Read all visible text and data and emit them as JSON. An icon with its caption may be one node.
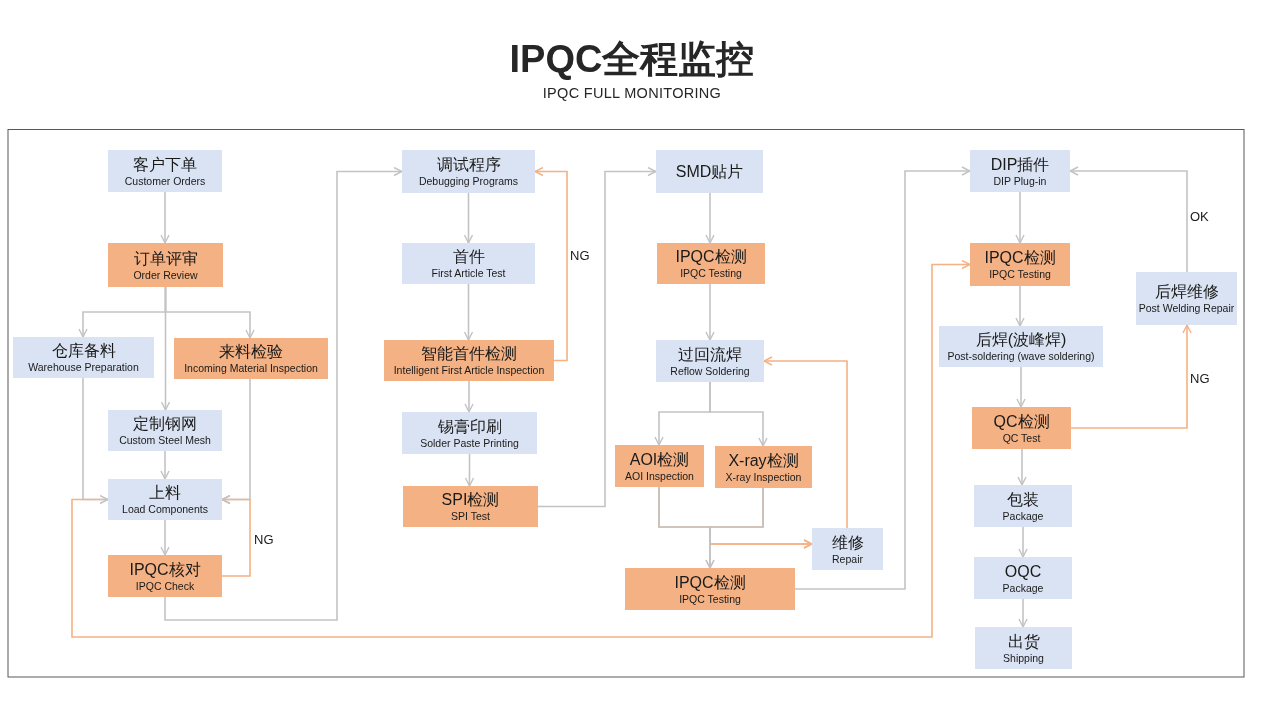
{
  "diagram": {
    "title": "IPQC全程监控",
    "nodes": [
      {
        "text": [
          "客户下单",
          "Customer Orders"
        ]
      },
      {
        "text": [
          "订单评审",
          "Order Review"
        ]
      },
      {
        "text": [
          "仓库备料",
          "Warehouse Preparation"
        ]
      },
      {
        "text": [
          "来料检验",
          "Incoming Material Inspection"
        ]
      },
      {
        "text": [
          "定制钢网",
          "Custom Steel Mesh"
        ]
      },
      {
        "text": [
          "上料",
          "Load Components"
        ]
      },
      {
        "text": [
          "IPQC核对",
          "IPQC Check"
        ]
      },
      {
        "text": [
          "调试程序",
          "Debugging Programs"
        ]
      },
      {
        "text": [
          "首件",
          "First Article Test"
        ]
      },
      {
        "text": [
          "智能首件检测",
          "Intelligent First Article Inspection"
        ]
      },
      {
        "text": [
          "锡膏印刷",
          "Solder Paste Printing"
        ]
      },
      {
        "text": [
          "SPI检测",
          "SPI Test"
        ]
      },
      {
        "text": [
          "SMD贴片"
        ]
      },
      {
        "text": [
          "IPQC检测",
          "IPQC Testing"
        ]
      },
      {
        "text": [
          "过回流焊",
          "Reflow Soldering"
        ]
      },
      {
        "text": [
          "AOI检测",
          "AOI Inspection"
        ]
      },
      {
        "text": [
          "X-ray检测",
          "X-ray Inspection"
        ]
      },
      {
        "text": [
          "维修",
          "Repair"
        ]
      },
      {
        "text": [
          "IPQC检测",
          "IPQC Testing"
        ]
      },
      {
        "text": [
          "DIP插件",
          "DIP Plug-in"
        ]
      },
      {
        "text": [
          "IPQC检测",
          "IPQC Testing"
        ]
      },
      {
        "text": [
          "后焊(波峰焊)",
          "Post-soldering (wave soldering)"
        ]
      },
      {
        "text": [
          "QC检测",
          "QC Test"
        ]
      },
      {
        "text": [
          "包装",
          "Package"
        ]
      },
      {
        "text": [
          "OQC",
          "Package"
        ]
      },
      {
        "text": [
          "出货",
          "Shipping"
        ]
      },
      {
        "text": [
          "后焊维修",
          "Post Welding Repair"
        ]
      }
    ],
    "edges": [
      {
        "from": 0,
        "to": 1,
        "arrow": "to"
      },
      {
        "from": 1,
        "to": 2,
        "arrow": "to"
      },
      {
        "from": 1,
        "to": 4,
        "arrow": "to"
      },
      {
        "from": 1,
        "to": 3,
        "arrow": "to"
      },
      {
        "from": 2,
        "to": 5,
        "arrow": "to"
      },
      {
        "from": 3,
        "to": 5,
        "arrow": "to"
      },
      {
        "from": 4,
        "to": 5,
        "arrow": "to"
      },
      {
        "from": 5,
        "to": 6,
        "arrow": "to"
      },
      {
        "from": 6,
        "to": 7,
        "arrow": "to"
      },
      {
        "from": 5,
        "to": 20,
        "arrow": "to",
        "color": "#f4b183"
      },
      {
        "from": 6,
        "to": 5,
        "arrow": "to",
        "label": "NG",
        "color": "#f4b183"
      },
      {
        "from": 7,
        "to": 8,
        "arrow": "to"
      },
      {
        "from": 8,
        "to": 9,
        "arrow": "to"
      },
      {
        "from": 9,
        "to": 7,
        "arrow": "to",
        "label": "NG",
        "color": "#f4b183"
      },
      {
        "from": 9,
        "to": 10,
        "arrow": "to"
      },
      {
        "from": 10,
        "to": 11,
        "arrow": "to"
      },
      {
        "from": 11,
        "to": 12,
        "arrow": "to"
      },
      {
        "from": 12,
        "to": 13,
        "arrow": "to"
      },
      {
        "from": 13,
        "to": 14,
        "arrow": "to"
      },
      {
        "from": 14,
        "to": 15,
        "arrow": "to"
      },
      {
        "from": 14,
        "to": 16,
        "arrow": "to"
      },
      {
        "from": 15,
        "to": 18,
        "arrow": "to"
      },
      {
        "from": 16,
        "to": 18,
        "arrow": "to"
      },
      {
        "from": 15,
        "to": 17,
        "arrow": "to",
        "color": "#f4b183"
      },
      {
        "from": 16,
        "to": 17,
        "arrow": "to",
        "color": "#f4b183"
      },
      {
        "from": 17,
        "to": 14,
        "arrow": "to",
        "color": "#f4b183"
      },
      {
        "from": 18,
        "to": 19,
        "arrow": "to"
      },
      {
        "from": 19,
        "to": 20,
        "arrow": "to"
      },
      {
        "from": 20,
        "to": 21,
        "arrow": "to"
      },
      {
        "from": 21,
        "to": 22,
        "arrow": "to"
      },
      {
        "from": 22,
        "to": 26,
        "arrow": "to",
        "label": "NG",
        "color": "#f4b183"
      },
      {
        "from": 26,
        "to": 19,
        "arrow": "to",
        "label": "OK"
      },
      {
        "from": 22,
        "to": 23,
        "arrow": "to"
      },
      {
        "from": 23,
        "to": 24,
        "arrow": "to"
      },
      {
        "from": 24,
        "to": 25,
        "arrow": "to"
      }
    ],
    "labels": [
      "IPQC FULL MONITORING"
    ]
  }
}
